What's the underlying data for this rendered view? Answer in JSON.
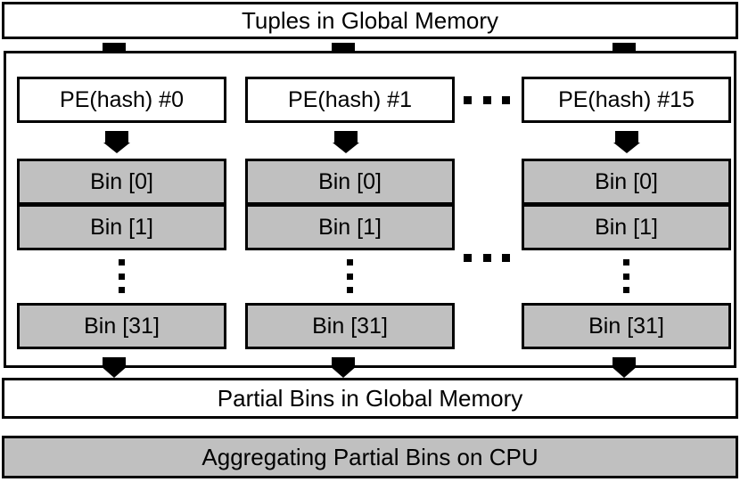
{
  "diagram": {
    "title": "Tuples in Global Memory",
    "top_banner": {
      "label": "Tuples in Global Memory"
    },
    "partial_banner": {
      "label": "Partial Bins in Global Memory"
    },
    "cpu_banner": {
      "label": "Aggregating Partial Bins on CPU"
    },
    "columns": [
      {
        "pe_label": "PE(hash) #0",
        "bins": [
          {
            "label": "Bin [0]"
          },
          {
            "label": "Bin [1]"
          },
          {
            "label": "Bin [31]"
          }
        ]
      },
      {
        "pe_label": "PE(hash) #1",
        "bins": [
          {
            "label": "Bin [0]"
          },
          {
            "label": "Bin [1]"
          },
          {
            "label": "Bin [31]"
          }
        ]
      },
      {
        "pe_label": "PE(hash) #15",
        "bins": [
          {
            "label": "Bin [0]"
          },
          {
            "label": "Bin [1]"
          },
          {
            "label": "Bin [31]"
          }
        ]
      }
    ],
    "ellipsis": {
      "horizontal": "···",
      "vertical": "⋮"
    },
    "colors": {
      "outline": "#000000",
      "bin_fill": "#c0c0c0",
      "banner_fill": "#ffffff",
      "cpu_fill": "#c0c0c0",
      "background": "#ffffff"
    }
  }
}
